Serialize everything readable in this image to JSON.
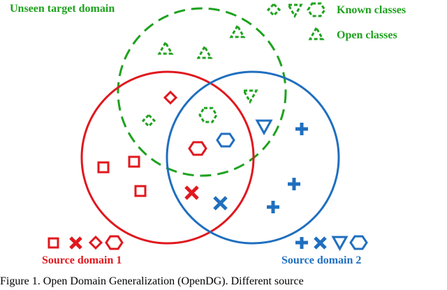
{
  "colors": {
    "target": "#1ea21e",
    "source1": "#e0181e",
    "source2": "#1f6fbf"
  },
  "labels": {
    "target_domain": "Unseen target domain",
    "known_classes": "Known classes",
    "open_classes": "Open classes",
    "source1": "Source domain 1",
    "source2": "Source domain 2"
  },
  "caption": "Figure 1. Open Domain Generalization (OpenDG). Different source",
  "legend": {
    "known_icons": [
      "diamond-dashed-icon",
      "triangle-down-dashed-icon",
      "hexagon-dashed-icon"
    ],
    "open_icons": [
      "triangle-up-dashed-icon"
    ],
    "source1_icons": [
      "square-icon",
      "cross-x-icon",
      "diamond-icon",
      "hexagon-icon"
    ],
    "source2_icons": [
      "plus-icon",
      "cross-x-icon",
      "triangle-down-icon",
      "hexagon-icon"
    ]
  }
}
